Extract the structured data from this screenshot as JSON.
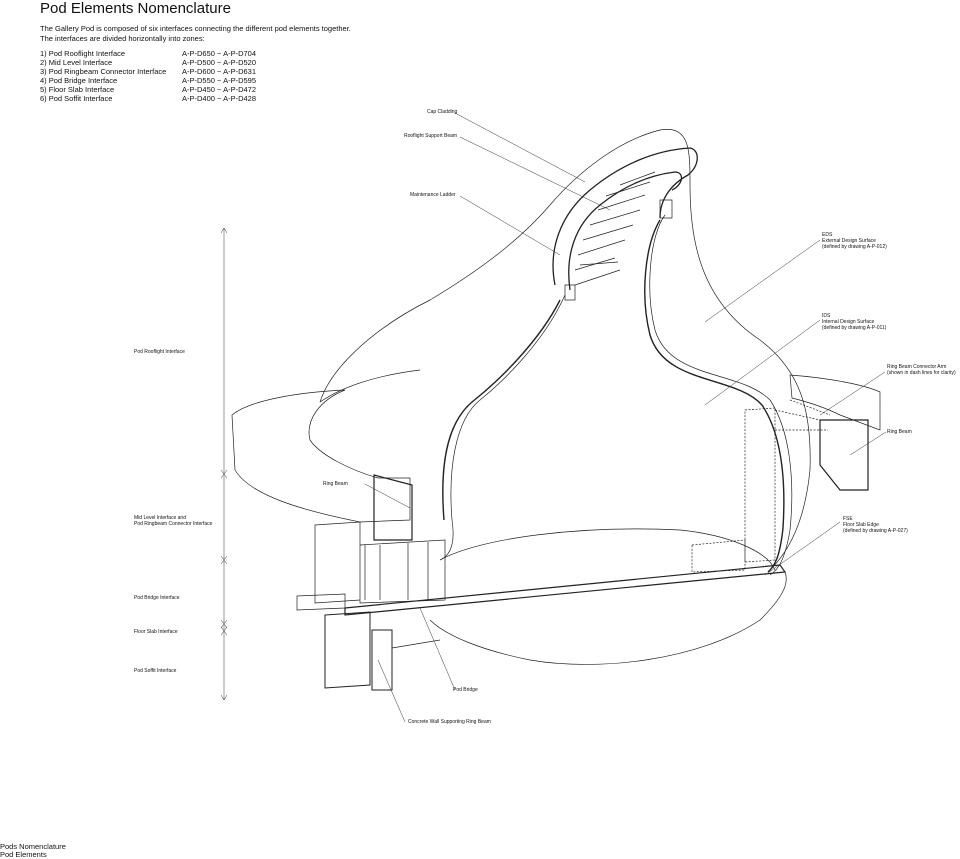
{
  "header": {
    "title": "Pod Elements Nomenclature",
    "intro": "The Gallery Pod is composed of six interfaces connecting the different pod elements together. The interfaces are divided horizontally into zones:"
  },
  "zones": [
    {
      "name": "1) Pod Rooflight Interface",
      "range": "A-P-D650 ~ A-P-D704"
    },
    {
      "name": "2) Mid Level Interface",
      "range": "A-P-D500 ~ A-P-D520"
    },
    {
      "name": "3) Pod Ringbeam Connector Interface",
      "range": "A-P-D600 ~ A-P-D631"
    },
    {
      "name": "4) Pod Bridge Interface",
      "range": "A-P-D550 ~ A-P-D595"
    },
    {
      "name": "5) Floor Slab Interface",
      "range": "A-P-D450 ~ A-P-D472"
    },
    {
      "name": "6) Pod Soffit Interface",
      "range": "A-P-D400 ~ A-P-D428"
    }
  ],
  "labels": {
    "cap_cladding": "Cap Cladding",
    "rooflight_support_beam": "Rooflight Support Beam",
    "maintenance_ladder": "Maintenance Ladder",
    "eds_1": "EDS",
    "eds_2": "External Design Surface",
    "eds_3": "(defined by drawing A-P-012)",
    "ids_1": "IDS",
    "ids_2": "Internal Design Surface",
    "ids_3": "(defined by drawing A-P-011)",
    "rbca_1": "Ring Beam Connector Arm",
    "rbca_2": "(shown in dash lines for clarity)",
    "ring_beam_right": "Ring Beam",
    "ring_beam_left": "Ring Beam",
    "fse_1": "FSE",
    "fse_2": "Floor Slab Edge",
    "fse_3": "(defined by drawing A-P-027)",
    "pod_bridge": "Pod Bridge",
    "concrete_wall": "Concrete Wall Supporting Ring Beam"
  },
  "zone_markers": {
    "rooflight": "Pod Rooflight Interface",
    "mid_1": "Mid Level Interface and",
    "mid_2": "Pod Ringbeam Connector Interface",
    "bridge": "Pod Bridge Interface",
    "floor": "Floor Slab Interface",
    "soffit": "Pod Soffit Interface"
  },
  "footer": {
    "line1": "Pods Nomenclature",
    "line2": "Pod Elements"
  }
}
